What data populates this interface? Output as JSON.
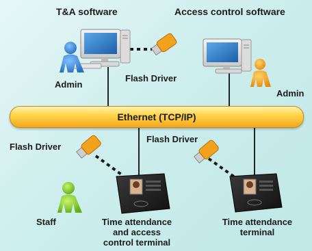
{
  "labels": {
    "ta_software": "T&A software",
    "access_software": "Access control software",
    "admin_left": "Admin",
    "admin_right": "Admin",
    "flash_driver_top": "Flash Driver",
    "ethernet": "Ethernet (TCP/IP)",
    "flash_driver_left": "Flash Driver",
    "flash_driver_middle": "Flash Driver",
    "staff": "Staff",
    "terminal_left_line1": "Time attendance",
    "terminal_left_line2": "and access",
    "terminal_left_line3": "control terminal",
    "terminal_right_line1": "Time attendance",
    "terminal_right_line2": "terminal"
  },
  "colors": {
    "person_blue": "#3a87d6",
    "person_orange": "#f6a313",
    "person_green": "#8bd12d",
    "ethernet_bar": "#ffd54a",
    "flash_drive": "#f2a21c"
  },
  "icons": [
    "computer-icon",
    "person-icon",
    "flash-drive-icon",
    "terminal-icon"
  ]
}
